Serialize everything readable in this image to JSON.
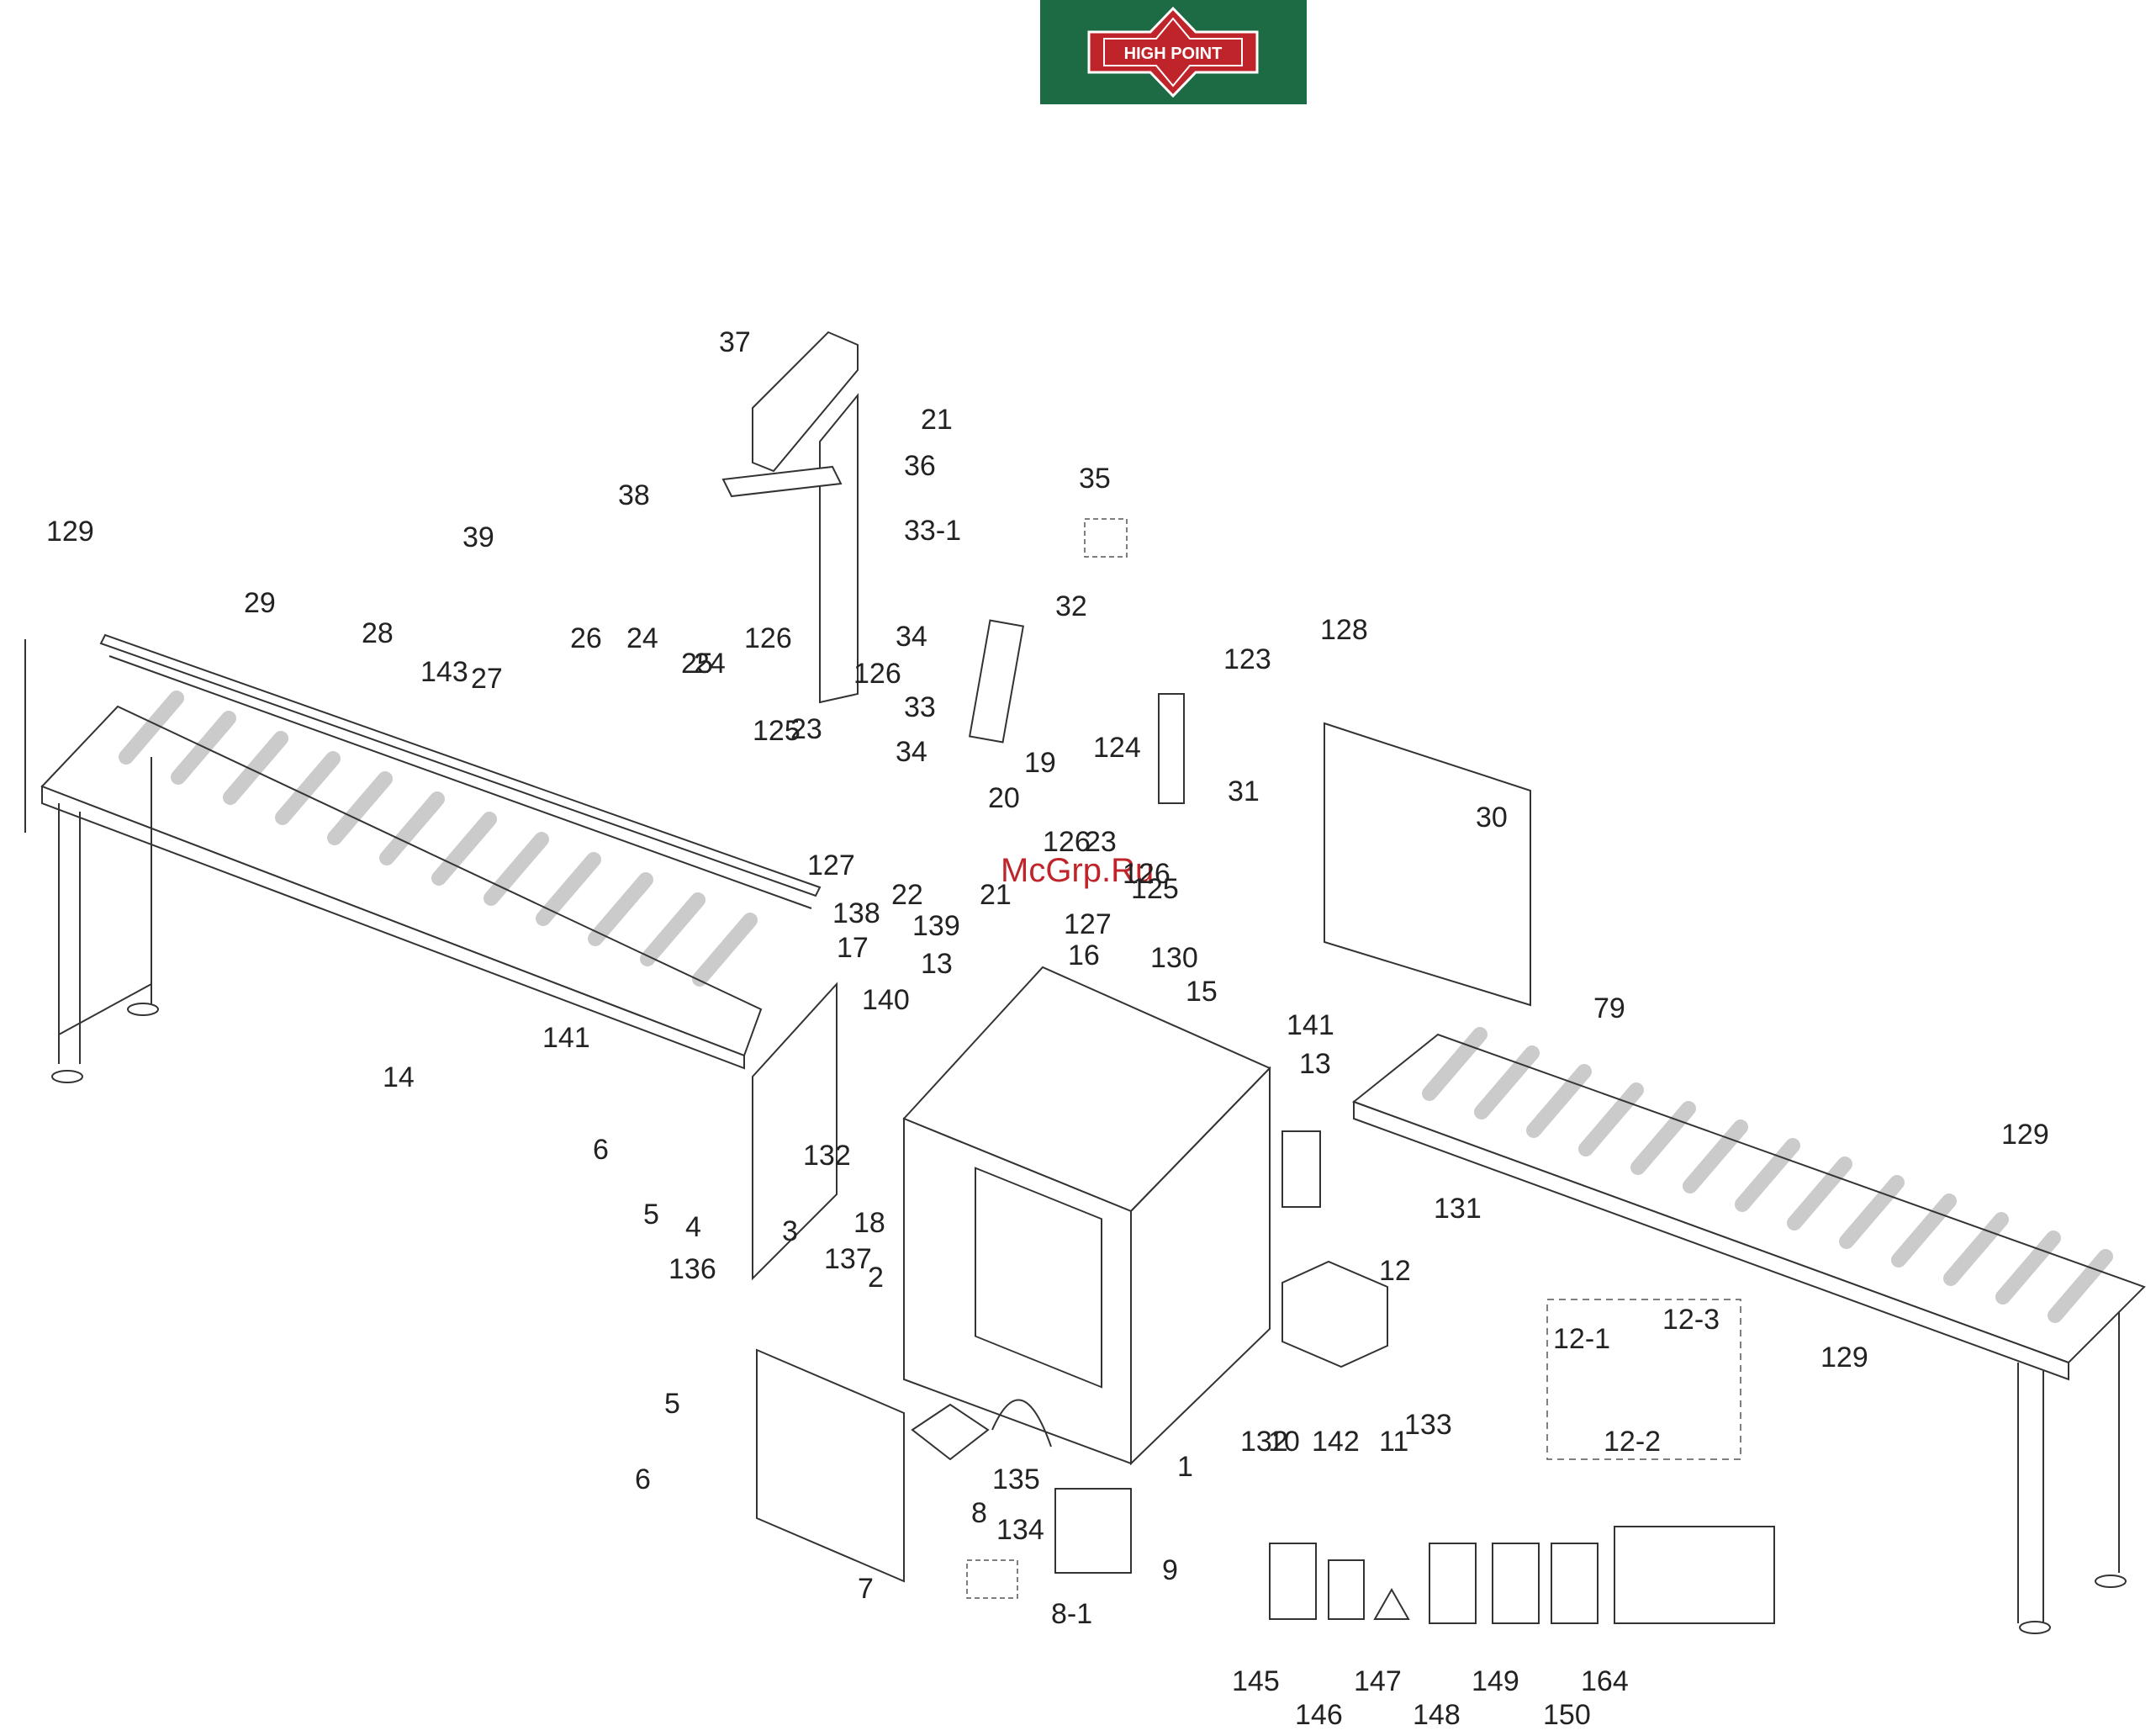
{
  "logo": {
    "text": "HIGH POINT",
    "bg_color": "#1d6b45",
    "accent_color": "#c0242b"
  },
  "watermark": "McGrp.Ru",
  "callouts": [
    "129",
    "29",
    "28",
    "143",
    "27",
    "26",
    "24",
    "25",
    "24",
    "126",
    "126",
    "125",
    "23",
    "127",
    "37",
    "39",
    "38",
    "21",
    "36",
    "35",
    "33-1",
    "34",
    "33",
    "34",
    "32",
    "123",
    "31",
    "124",
    "19",
    "20",
    "22",
    "21",
    "126",
    "23",
    "126",
    "125",
    "127",
    "16",
    "138",
    "139",
    "17",
    "13",
    "140",
    "14",
    "141",
    "6",
    "5",
    "4",
    "132",
    "137",
    "18",
    "3",
    "136",
    "2",
    "5",
    "6",
    "7",
    "8",
    "135",
    "134",
    "9",
    "8-1",
    "130",
    "15",
    "141",
    "13",
    "12",
    "131",
    "128",
    "30",
    "79",
    "129",
    "129",
    "10",
    "142",
    "11",
    "133",
    "132",
    "1",
    "12-1",
    "12-3",
    "12-2",
    "145",
    "146",
    "147",
    "148",
    "149",
    "150",
    "164"
  ]
}
